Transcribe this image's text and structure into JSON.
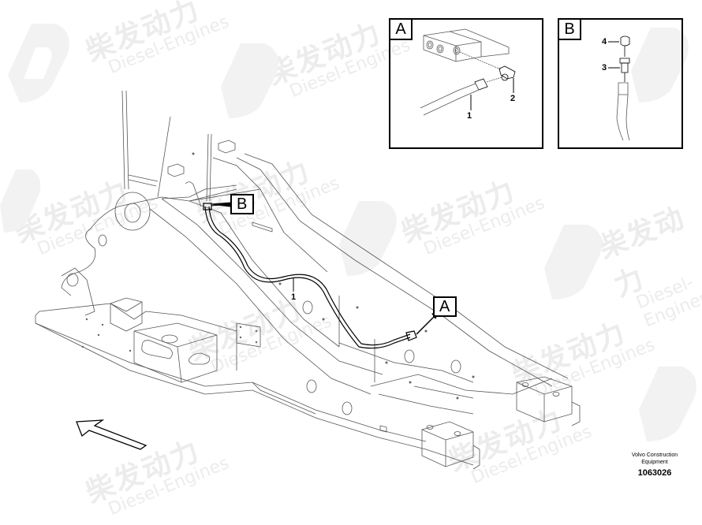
{
  "diagram": {
    "subject": "Excavator undercarriage frame with hydraulic hose routing",
    "callouts": {
      "main_A": "A",
      "main_B": "B"
    },
    "part_numbers": {
      "hose_main": "1",
      "detail_A_hose": "1",
      "detail_A_elbow": "2",
      "detail_B_nipple": "3",
      "detail_B_cap": "4"
    },
    "detail_views": [
      {
        "id": "A",
        "label": "A",
        "items": [
          "1",
          "2"
        ]
      },
      {
        "id": "B",
        "label": "B",
        "items": [
          "4",
          "3"
        ]
      }
    ],
    "direction_arrow": "forward-direction-arrow"
  },
  "footer": {
    "brand_line1": "Volvo Construction",
    "brand_line2": "Equipment",
    "document_number": "1063026"
  },
  "watermark": {
    "cn": "柴发动力",
    "en": "Diesel-Engines"
  },
  "colors": {
    "line": "#000000",
    "watermark": "#ececec",
    "watermark_accent": "#fdf6e6"
  }
}
